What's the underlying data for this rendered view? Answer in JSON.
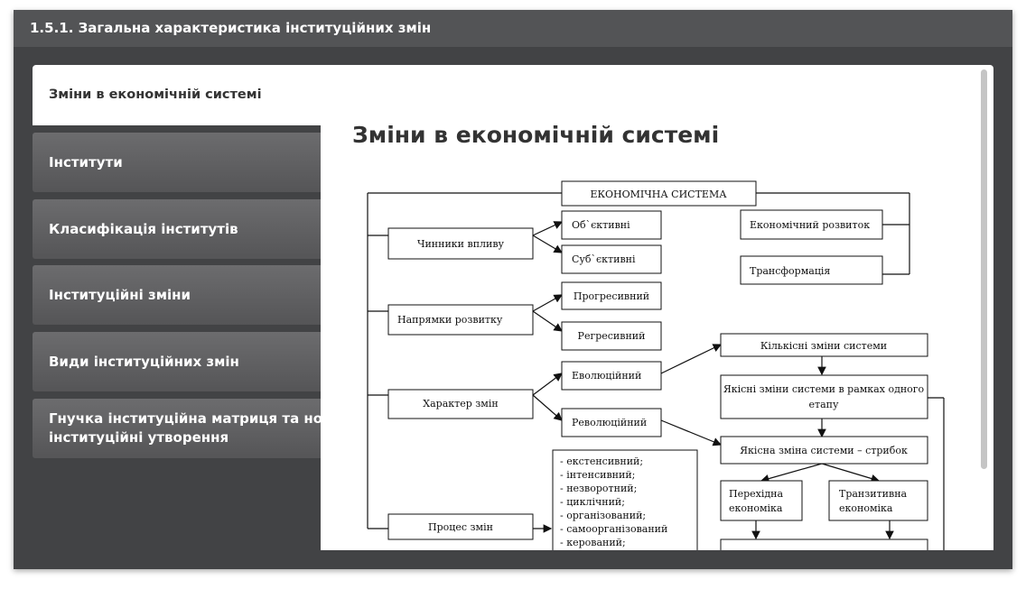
{
  "window": {
    "title": "1.5.1. Загальна характеристика інституційних змін"
  },
  "tabs": [
    {
      "label": "Зміни в економічній системі"
    },
    {
      "label": "Інститути"
    },
    {
      "label": "Класифікація інститутів"
    },
    {
      "label": "Інституційні зміни"
    },
    {
      "label": "Види інституційних змін"
    },
    {
      "label": "Гнучка інституційна матриця та нові інституційні утворення"
    }
  ],
  "content": {
    "heading": "Зміни в економічній системі",
    "diagram": {
      "root": "ЕКОНОМІЧНА СИСТЕМА",
      "factors": "Чинники впливу",
      "objective": "Об`єктивні",
      "subjective": "Суб`єктивні",
      "development": "Економічний розвиток",
      "transformation": "Трансформація",
      "directions": "Напрямки розвитку",
      "progressive": "Прогресивний",
      "regressive": "Регресивний",
      "character": "Характер змін",
      "evolutionary": "Еволюційний",
      "revolutionary": "Революційний",
      "quantitative": "Кількісні зміни системи",
      "qualitative_line1": "Якісні зміни системи в рамках одного",
      "qualitative_line2": "етапу",
      "leap": "Якісна зміна системи – стрибок",
      "transitional_line1": "Перехідна",
      "transitional_line2": "економіка",
      "transitive_line1": "Транзитивна",
      "transitive_line2": "економіка",
      "process": "Процес змін",
      "process_list": [
        "- екстенсивний;",
        "- інтенсивний;",
        "- незворотний;",
        "- циклічний;",
        "- організований;",
        "- самоорганізований",
        "- керований;"
      ]
    }
  }
}
